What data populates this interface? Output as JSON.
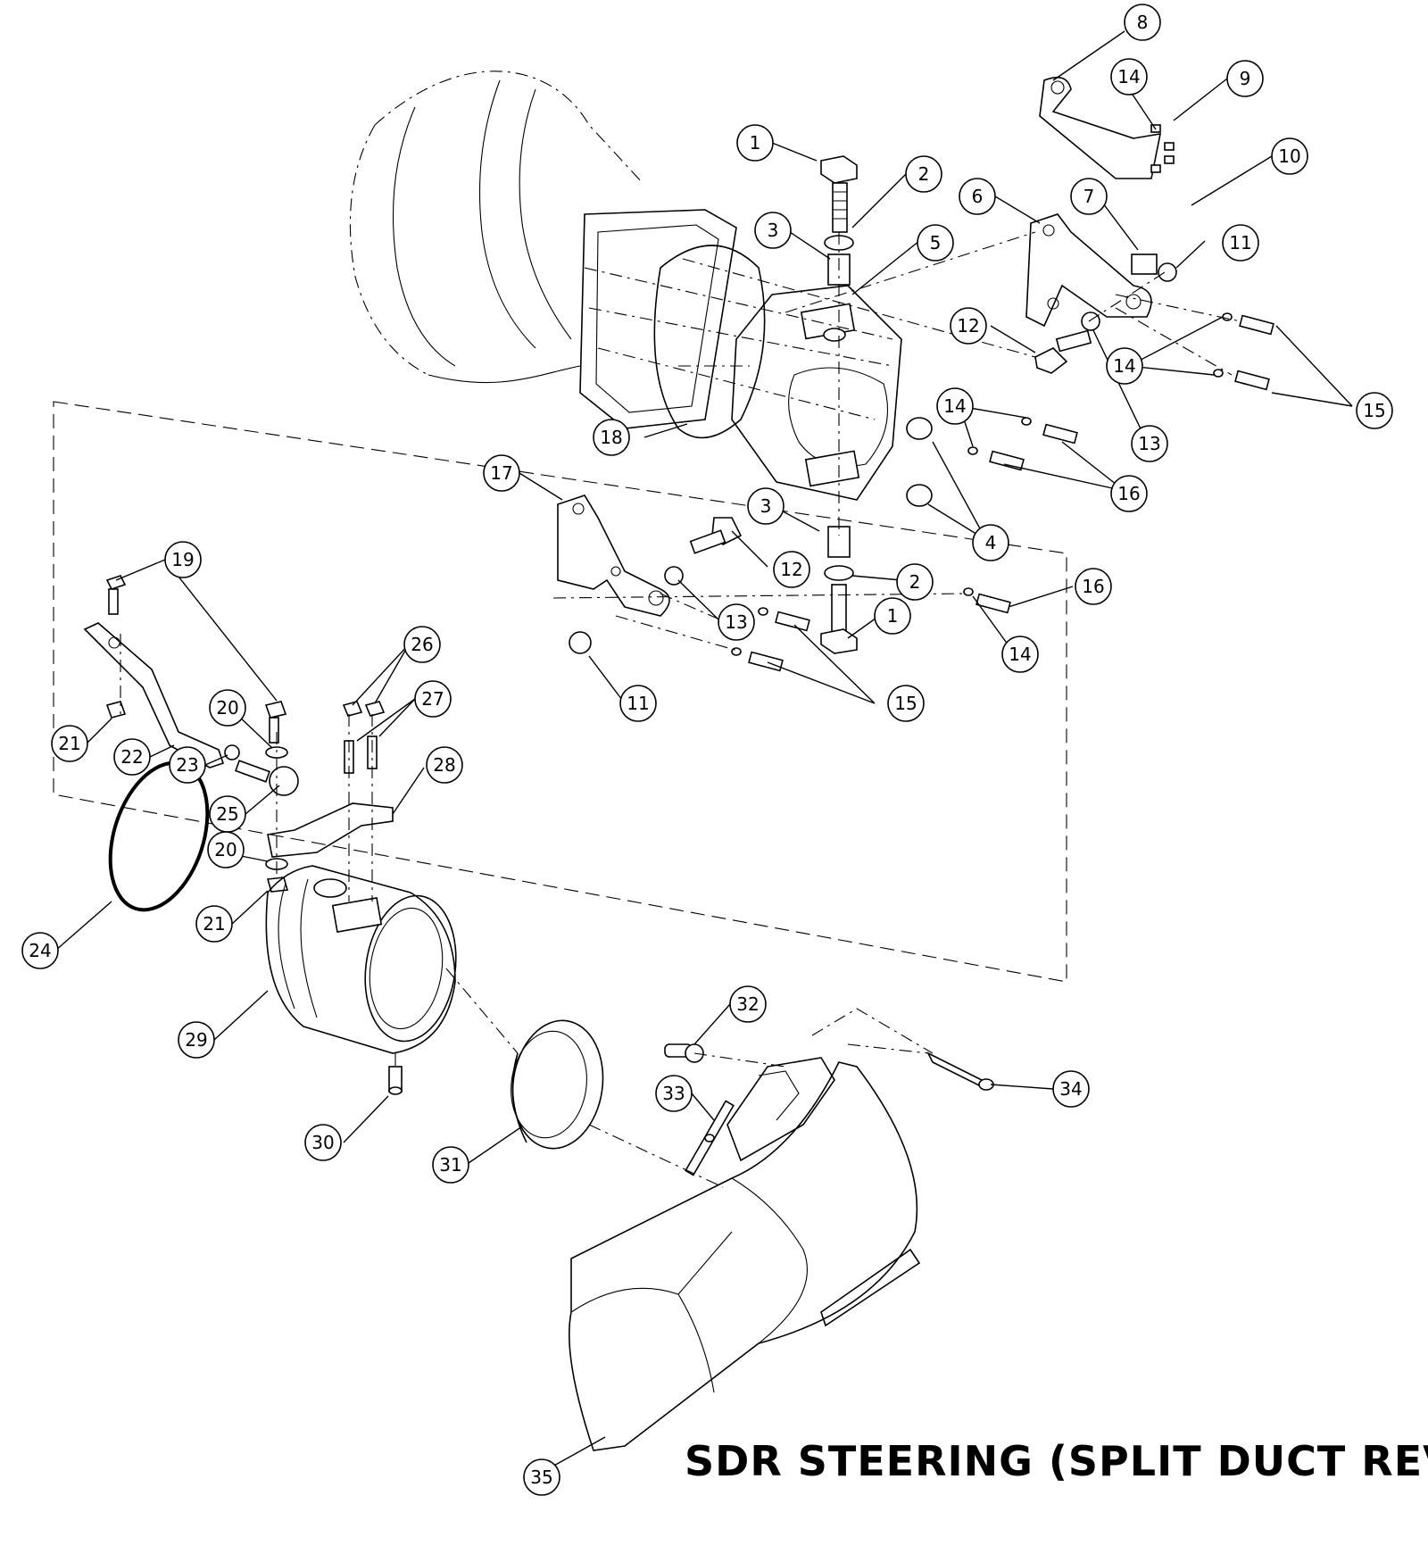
{
  "title": "SDR STEERING (SPLIT DUCT REVERSE)",
  "callouts": [
    {
      "label": "1"
    },
    {
      "label": "2"
    },
    {
      "label": "3"
    },
    {
      "label": "5"
    },
    {
      "label": "8"
    },
    {
      "label": "14"
    },
    {
      "label": "9"
    },
    {
      "label": "10"
    },
    {
      "label": "6"
    },
    {
      "label": "7"
    },
    {
      "label": "11"
    },
    {
      "label": "12"
    },
    {
      "label": "14"
    },
    {
      "label": "15"
    },
    {
      "label": "13"
    },
    {
      "label": "14"
    },
    {
      "label": "16"
    },
    {
      "label": "4"
    },
    {
      "label": "18"
    },
    {
      "label": "17"
    },
    {
      "label": "3"
    },
    {
      "label": "12"
    },
    {
      "label": "2"
    },
    {
      "label": "1"
    },
    {
      "label": "13"
    },
    {
      "label": "16"
    },
    {
      "label": "14"
    },
    {
      "label": "11"
    },
    {
      "label": "15"
    },
    {
      "label": "19"
    },
    {
      "label": "26"
    },
    {
      "label": "27"
    },
    {
      "label": "20"
    },
    {
      "label": "21"
    },
    {
      "label": "22"
    },
    {
      "label": "23"
    },
    {
      "label": "28"
    },
    {
      "label": "25"
    },
    {
      "label": "20"
    },
    {
      "label": "21"
    },
    {
      "label": "24"
    },
    {
      "label": "29"
    },
    {
      "label": "32"
    },
    {
      "label": "33"
    },
    {
      "label": "34"
    },
    {
      "label": "30"
    },
    {
      "label": "31"
    },
    {
      "label": "35"
    }
  ]
}
